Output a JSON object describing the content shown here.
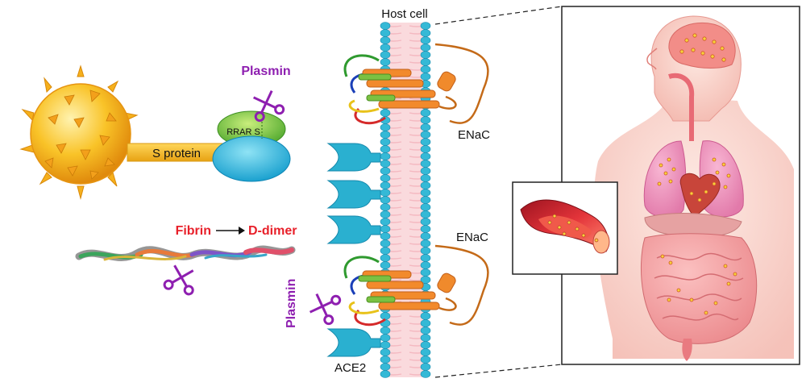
{
  "labels": {
    "host_cell": "Host cell",
    "plasmin_top": "Plasmin",
    "plasmin_side": "Plasmin",
    "cleavage_site": "RRAR S",
    "s_protein": "S protein",
    "fibrin": "Fibrin",
    "d_dimer": "D-dimer",
    "enac_top": "ENaC",
    "enac_bottom": "ENaC",
    "ace2": "ACE2"
  },
  "icons": {
    "virus": "coronavirus-icon",
    "scissors": "scissors-icon",
    "arrow": "arrow-right-icon"
  },
  "colors": {
    "plasmin": "#8e1fb0",
    "fibrin": "#e8202a",
    "virus": "#f7b21a",
    "spike_tip": "#2ab5d8",
    "spike_base": "#8cc63f",
    "membrane_head": "#35b9d6",
    "membrane_tail": "#f4b8c0",
    "enac": "#c46a18",
    "ace2": "#2ab0d0"
  }
}
